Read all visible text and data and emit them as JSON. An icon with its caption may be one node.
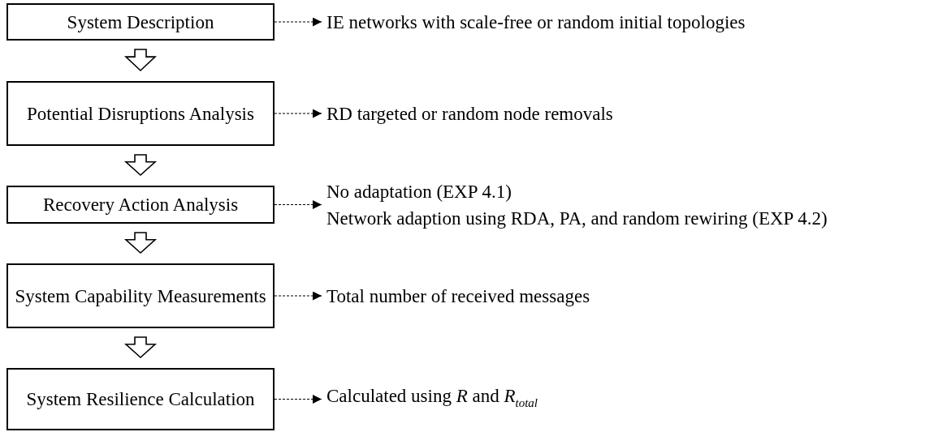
{
  "diagram": {
    "nodes": [
      {
        "text": [
          "System Description"
        ]
      },
      {
        "text": [
          "Potential Disruptions Analysis"
        ]
      },
      {
        "text": [
          "Recovery Action Analysis"
        ]
      },
      {
        "text": [
          "System Capability Measurements"
        ]
      },
      {
        "text": [
          "System Resilience Calculation"
        ]
      },
      {
        "text": [
          "IE networks with scale-free or random initial topologies"
        ]
      },
      {
        "text": [
          "RD targeted or random node removals"
        ]
      },
      {
        "text": [
          "No adaptation (EXP 4.1)",
          "Network adaption using RDA, PA, and random rewiring (EXP 4.2)"
        ]
      },
      {
        "text": [
          "Total number of received messages"
        ]
      },
      {
        "text": [
          "Calculated using *R* and *R*$_{total}$"
        ]
      }
    ],
    "edges": [
      {
        "from": 0,
        "to": 1,
        "arrow": "to"
      },
      {
        "from": 1,
        "to": 2,
        "arrow": "to"
      },
      {
        "from": 2,
        "to": 3,
        "arrow": "to"
      },
      {
        "from": 3,
        "to": 4,
        "arrow": "to"
      },
      {
        "from": 0,
        "to": 5,
        "arrow": "to",
        "style": "dashed"
      },
      {
        "from": 1,
        "to": 6,
        "arrow": "to",
        "style": "dashed"
      },
      {
        "from": 2,
        "to": 7,
        "arrow": "to",
        "style": "dashed"
      },
      {
        "from": 3,
        "to": 8,
        "arrow": "to",
        "style": "dashed"
      },
      {
        "from": 4,
        "to": 9,
        "arrow": "to",
        "style": "dashed"
      }
    ]
  }
}
